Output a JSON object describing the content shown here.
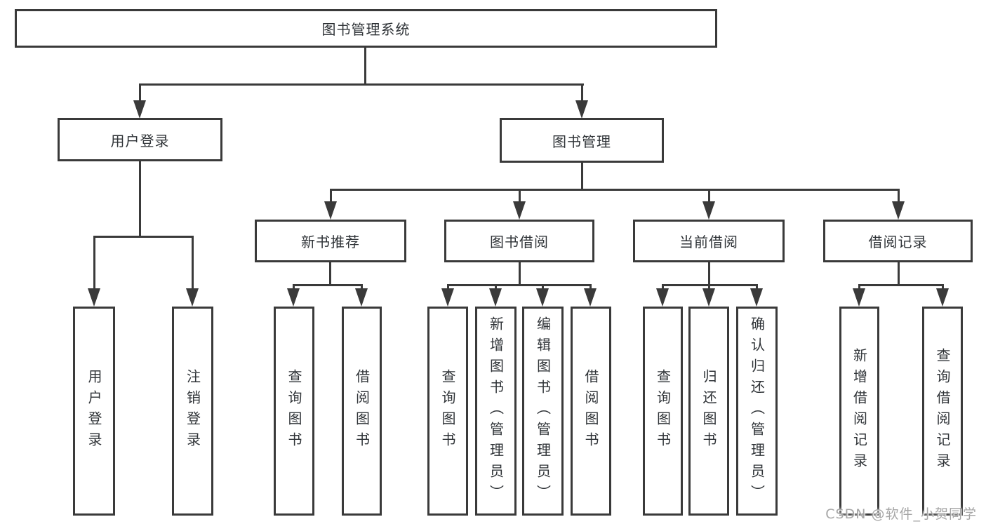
{
  "tree": {
    "root": {
      "label": "图书管理系统"
    },
    "branches": [
      {
        "label": "用户登录",
        "children": [
          {
            "label": "用户登录"
          },
          {
            "label": "注销登录"
          }
        ]
      },
      {
        "label": "图书管理",
        "children": [
          {
            "label": "新书推荐",
            "children": [
              {
                "label": "查询图书"
              },
              {
                "label": "借阅图书"
              }
            ]
          },
          {
            "label": "图书借阅",
            "children": [
              {
                "label": "查询图书"
              },
              {
                "label": "新增图书（管理员）"
              },
              {
                "label": "编辑图书（管理员）"
              },
              {
                "label": "借阅图书"
              }
            ]
          },
          {
            "label": "当前借阅",
            "children": [
              {
                "label": "查询图书"
              },
              {
                "label": "归还图书"
              },
              {
                "label": "确认归还（管理员）"
              }
            ]
          },
          {
            "label": "借阅记录",
            "children": [
              {
                "label": "新增借阅记录"
              },
              {
                "label": "查询借阅记录"
              }
            ]
          }
        ]
      }
    ]
  },
  "watermark": "CSDN @软件_小贺同学",
  "colors": {
    "line": "#3a3a3a",
    "box_border": "#3a3a3a",
    "box_fill": "#ffffff",
    "text": "#2f3337",
    "watermark": "#a6a6a6",
    "background": "#ffffff"
  }
}
